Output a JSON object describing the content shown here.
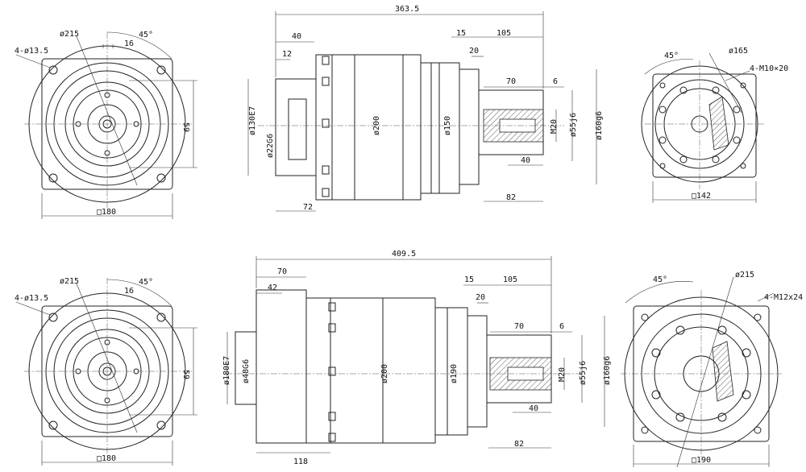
{
  "views": {
    "top_left": {
      "label_holes": "4-ø13.5",
      "label_dia": "ø215",
      "label_16": "16",
      "label_angle": "45°",
      "label_59": "59",
      "label_square": "□180"
    },
    "top_side": {
      "label_total": "363.5",
      "label_40": "40",
      "label_12": "12",
      "label_15": "15",
      "label_105": "105",
      "label_20": "20",
      "label_70": "70",
      "label_6": "6",
      "label_130": "ø130E7",
      "label_22": "ø22G6",
      "label_200": "ø200",
      "label_150": "ø150",
      "label_m20": "M20",
      "label_55": "ø55j6",
      "label_160": "ø160g6",
      "label_40b": "40",
      "label_72": "72",
      "label_82": "82"
    },
    "top_right": {
      "label_angle": "45°",
      "label_dia": "ø165",
      "label_holes": "4-M10×20",
      "label_square": "□142"
    },
    "bottom_left": {
      "label_holes": "4-ø13.5",
      "label_dia": "ø215",
      "label_16": "16",
      "label_angle": "45°",
      "label_59": "59",
      "label_square": "□180"
    },
    "bottom_side": {
      "label_total": "409.5",
      "label_70": "70",
      "label_42": "42",
      "label_15": "15",
      "label_105": "105",
      "label_20": "20",
      "label_70b": "70",
      "label_6": "6",
      "label_180": "ø180E7",
      "label_48": "ø48G6",
      "label_200": "ø200",
      "label_190": "ø190",
      "label_m20": "M20",
      "label_55": "ø55j6",
      "label_160": "ø160g6",
      "label_40": "40",
      "label_118": "118",
      "label_82": "82"
    },
    "bottom_right": {
      "label_angle": "45°",
      "label_dia": "ø215",
      "label_holes": "4-M12x24",
      "label_square": "□190"
    }
  }
}
